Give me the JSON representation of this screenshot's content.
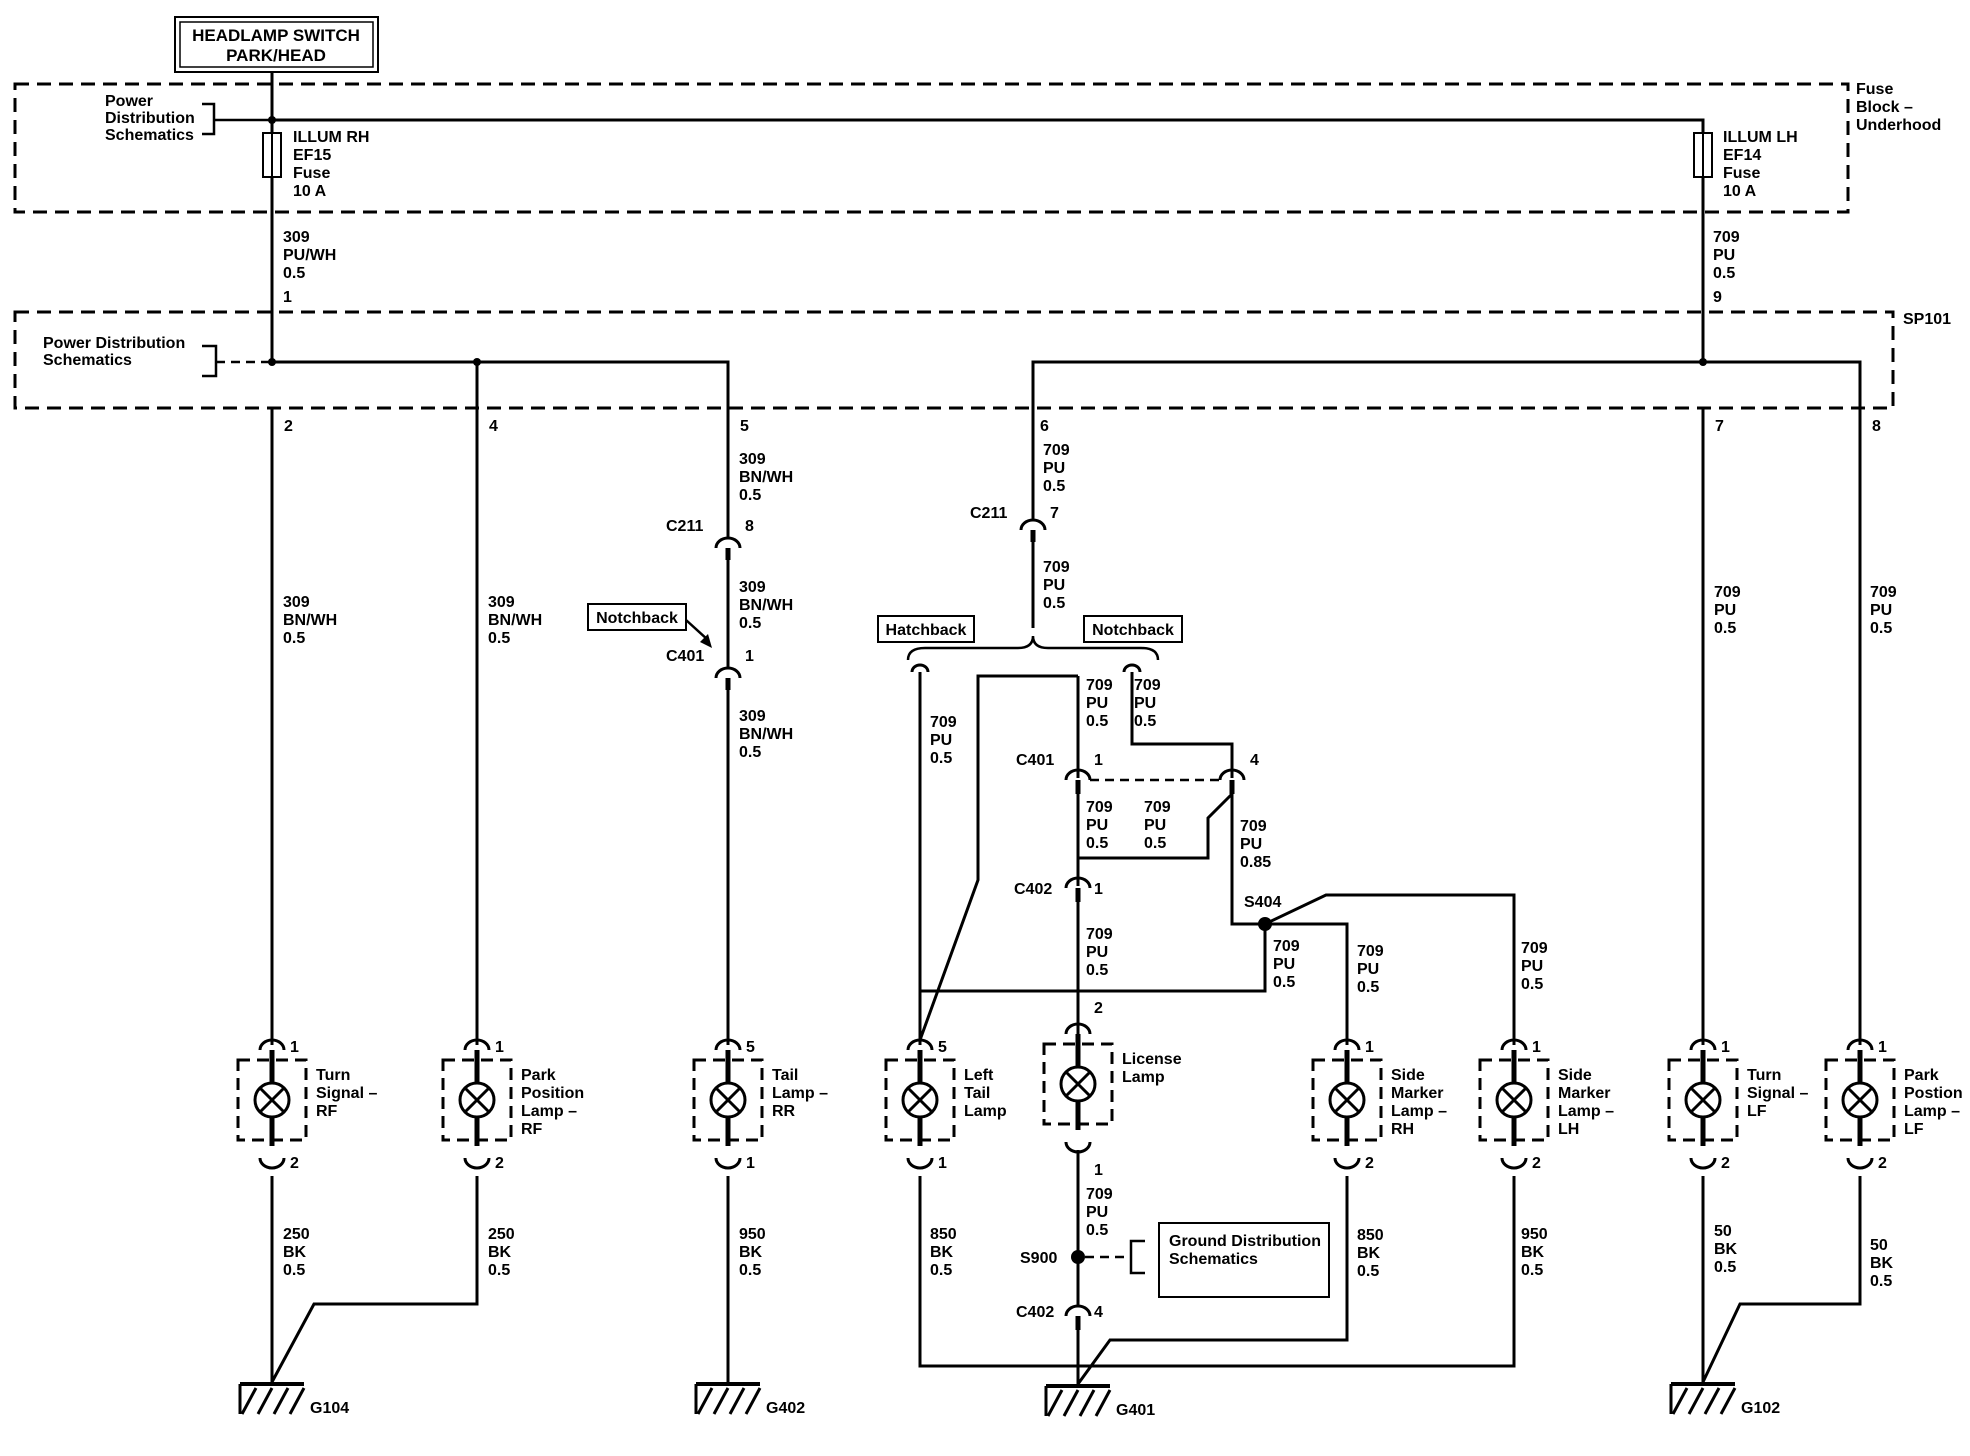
{
  "header": {
    "title_line1": "HEADLAMP SWITCH",
    "title_line2": "PARK/HEAD"
  },
  "fuse_block": {
    "label": [
      "Fuse",
      "Block –",
      "Underhood"
    ],
    "power_dist": [
      "Power",
      "Distribution",
      "Schematics"
    ],
    "fuse_rh": [
      "ILLUM RH",
      "EF15",
      "Fuse",
      "10 A"
    ],
    "fuse_lh": [
      "ILLUM LH",
      "EF14",
      "Fuse",
      "10 A"
    ]
  },
  "splice_pack": {
    "label": "SP101",
    "power_dist": [
      "Power Distribution",
      "Schematics"
    ]
  },
  "wires": {
    "w_rh_top": [
      "309",
      "PU/WH",
      "0.5",
      "1"
    ],
    "w_lh_top": [
      "709",
      "PU",
      "0.5",
      "9"
    ],
    "pin2": "2",
    "pin4": "4",
    "pin5": "5",
    "pin6": "6",
    "pin7": "7",
    "pin8": "8",
    "b_309_a": [
      "309",
      "BN/WH",
      "0.5"
    ],
    "b_309_b": [
      "309",
      "BN/WH",
      "0.5"
    ],
    "b_309_c": [
      "309",
      "BN/WH",
      "0.5"
    ],
    "b_309_d": [
      "309",
      "BN/WH",
      "0.5"
    ],
    "b_309_e": [
      "309",
      "BN/WH",
      "0.5"
    ],
    "b_709_a": [
      "709",
      "PU",
      "0.5"
    ],
    "b_709_b": [
      "709",
      "PU",
      "0.5"
    ],
    "b_709_c": [
      "709",
      "PU",
      "0.5"
    ],
    "b_709_d": [
      "709",
      "PU",
      "0.5"
    ],
    "b_709_e": [
      "709",
      "PU",
      "0.5"
    ],
    "b_709_f": [
      "709",
      "PU",
      "0.5"
    ],
    "b_709_g": [
      "709",
      "PU",
      "0.5"
    ],
    "b_709_h": [
      "709",
      "PU",
      "0.5"
    ],
    "b_709_i": [
      "709",
      "PU",
      "0.5"
    ],
    "b_709_j": [
      "709",
      "PU",
      "0.85"
    ],
    "b_709_k": [
      "709",
      "PU",
      "0.5"
    ],
    "b_709_l": [
      "709",
      "PU",
      "0.5"
    ],
    "b_709_m": [
      "709",
      "PU",
      "0.5"
    ],
    "b_709_n": [
      "709",
      "PU",
      "0.5"
    ],
    "b_709_o": [
      "709",
      "PU",
      "0.5"
    ],
    "g_250_a": [
      "250",
      "BK",
      "0.5"
    ],
    "g_250_b": [
      "250",
      "BK",
      "0.5"
    ],
    "g_950_a": [
      "950",
      "BK",
      "0.5"
    ],
    "g_850_a": [
      "850",
      "BK",
      "0.5"
    ],
    "g_850_b": [
      "850",
      "BK",
      "0.5"
    ],
    "g_950_b": [
      "950",
      "BK",
      "0.5"
    ],
    "g_50_a": [
      "50",
      "BK",
      "0.5"
    ],
    "g_50_b": [
      "50",
      "BK",
      "0.5"
    ]
  },
  "connectors": {
    "c211_8": [
      "C211",
      "8"
    ],
    "c211_7": [
      "C211",
      "7"
    ],
    "c401_1a": [
      "C401",
      "1"
    ],
    "c401_1b": [
      "C401",
      "1"
    ],
    "c401_4": "4",
    "c402_1": [
      "C402",
      "1"
    ],
    "c402_4": [
      "C402",
      "4"
    ],
    "s404": "S404",
    "s900": "S900",
    "lic_2": "2",
    "lic_1": "1"
  },
  "options": {
    "notchback_a": "Notchback",
    "hatchback": "Hatchback",
    "notchback_b": "Notchback"
  },
  "ground_dist": [
    "Ground Distribution",
    "Schematics"
  ],
  "lamps": [
    {
      "name": [
        "Turn",
        "Signal –",
        "RF"
      ],
      "top_pin": "1",
      "bot_pin": "2"
    },
    {
      "name": [
        "Park",
        "Position",
        "Lamp –",
        "RF"
      ],
      "top_pin": "1",
      "bot_pin": "2"
    },
    {
      "name": [
        "Tail",
        "Lamp –",
        "RR"
      ],
      "top_pin": "5",
      "bot_pin": "1"
    },
    {
      "name": [
        "Left",
        "Tail",
        "Lamp"
      ],
      "top_pin": "5",
      "bot_pin": "1"
    },
    {
      "name": [
        "License",
        "Lamp"
      ],
      "top_pin": "",
      "bot_pin": ""
    },
    {
      "name": [
        "Side",
        "Marker",
        "Lamp –",
        "RH"
      ],
      "top_pin": "1",
      "bot_pin": "2"
    },
    {
      "name": [
        "Side",
        "Marker",
        "Lamp –",
        "LH"
      ],
      "top_pin": "1",
      "bot_pin": "2"
    },
    {
      "name": [
        "Turn",
        "Signal –",
        "LF"
      ],
      "top_pin": "1",
      "bot_pin": "2"
    },
    {
      "name": [
        "Park",
        "Postion",
        "Lamp –",
        "LF"
      ],
      "top_pin": "1",
      "bot_pin": "2"
    }
  ],
  "grounds": {
    "g104": "G104",
    "g402": "G402",
    "g401": "G401",
    "g102": "G102"
  }
}
